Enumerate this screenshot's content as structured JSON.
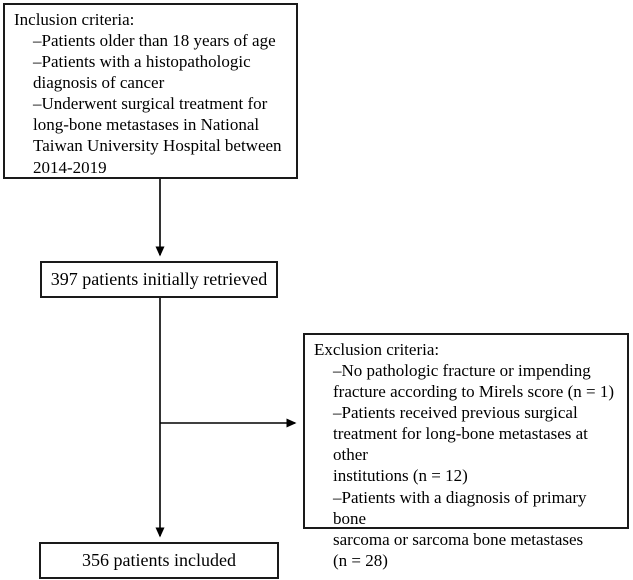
{
  "diagram": {
    "inclusion_box": {
      "title": "Inclusion criteria:",
      "items": [
        "–Patients older than 18 years of age",
        "–Patients with a histopathologic\ndiagnosis of cancer",
        "–Underwent surgical treatment for\nlong-bone metastases in National\nTaiwan University Hospital between\n2014-2019"
      ]
    },
    "retrieved_box": {
      "label": "397 patients initially retrieved"
    },
    "exclusion_box": {
      "title": "Exclusion criteria:",
      "items": [
        "–No pathologic fracture or impending\nfracture according to Mirels score (n = 1)",
        "–Patients received previous surgical\ntreatment for long-bone metastases at other\ninstitutions (n = 12)",
        "–Patients with a diagnosis of primary bone\nsarcoma or sarcoma bone metastases\n(n = 28)"
      ]
    },
    "included_box": {
      "label": "356 patients included"
    }
  },
  "colors": {
    "background": "#ffffff",
    "box_border": "#1a1a1a",
    "text": "#000000",
    "arrow": "#000000"
  }
}
